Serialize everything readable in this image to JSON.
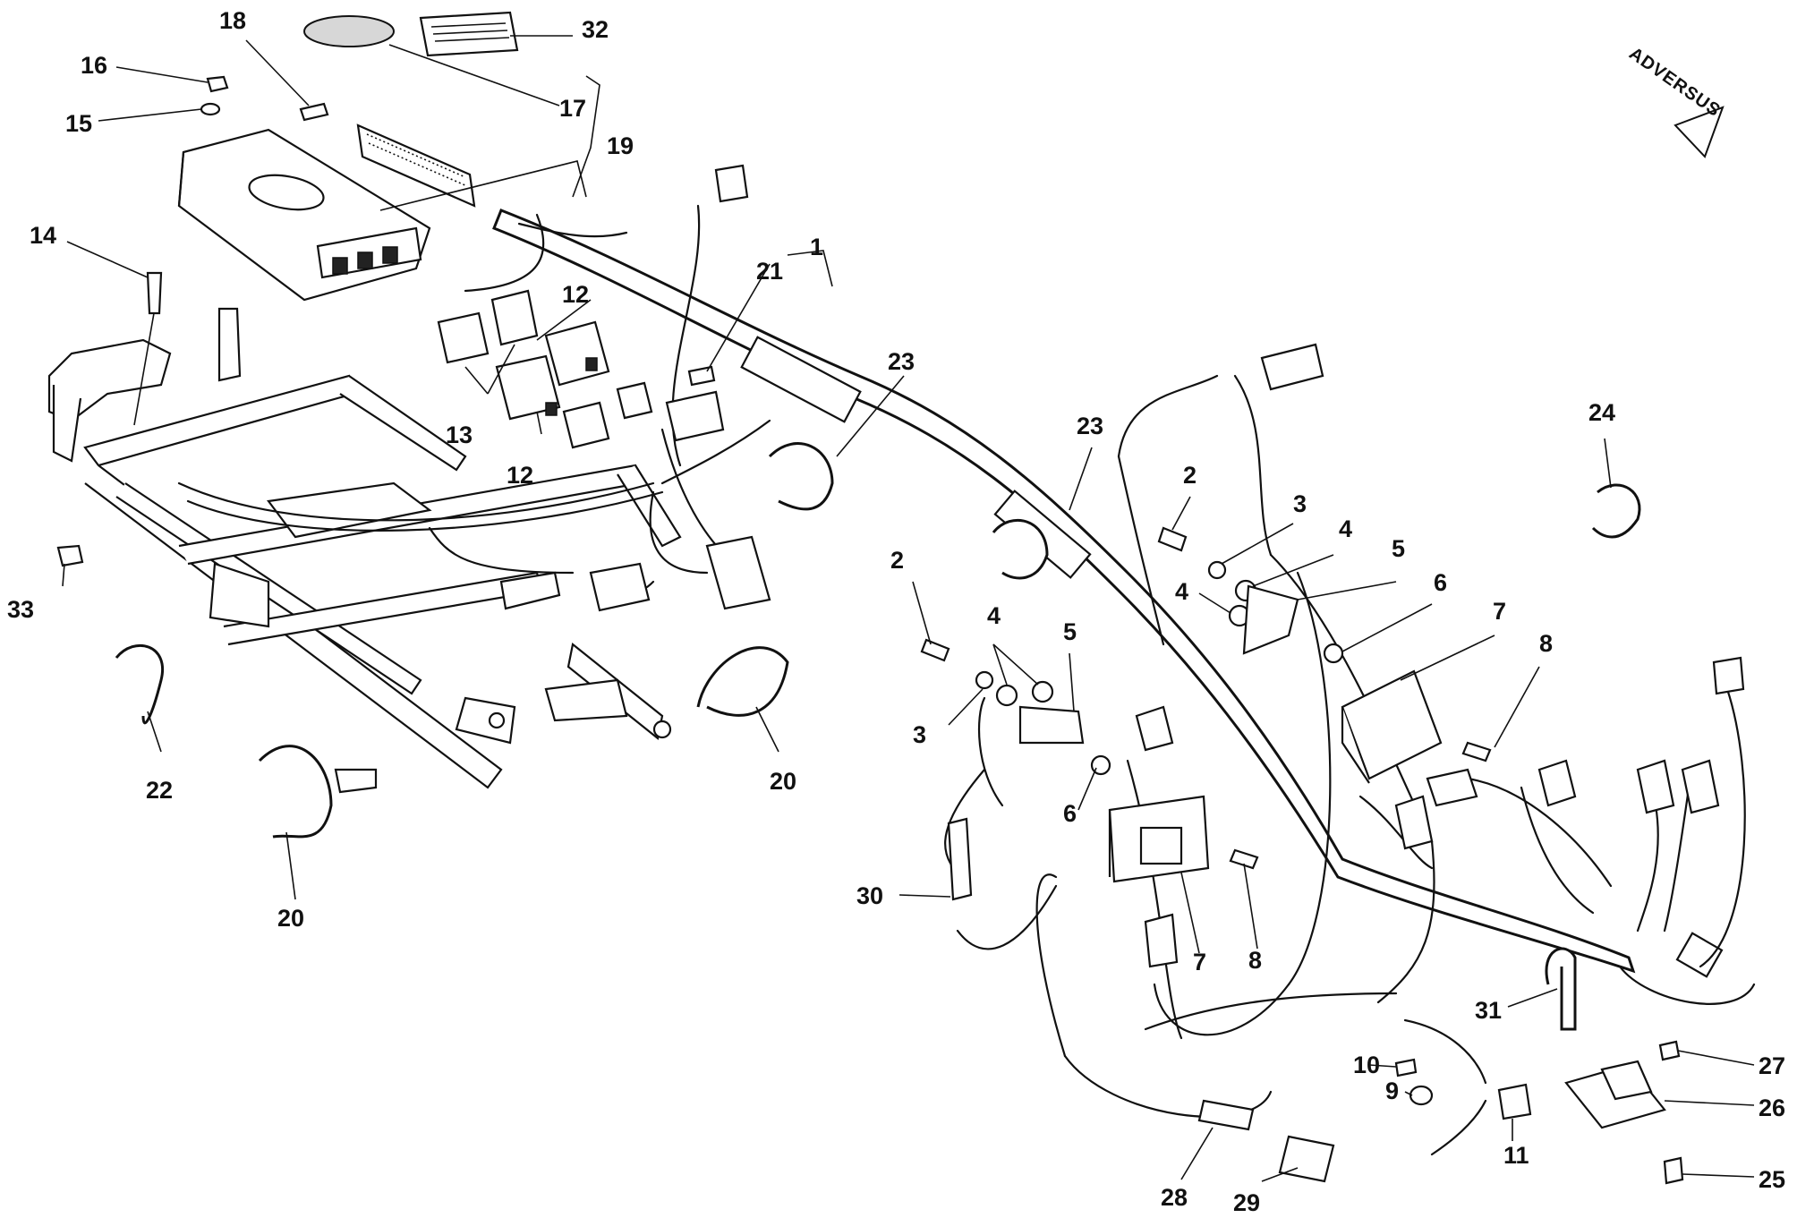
{
  "direction_label": "ADVERSUS",
  "callouts": [
    {
      "id": "c1",
      "text": "1"
    },
    {
      "id": "c2a",
      "text": "2"
    },
    {
      "id": "c2b",
      "text": "2"
    },
    {
      "id": "c3a",
      "text": "3"
    },
    {
      "id": "c3b",
      "text": "3"
    },
    {
      "id": "c4a",
      "text": "4"
    },
    {
      "id": "c4b",
      "text": "4"
    },
    {
      "id": "c4c",
      "text": "4"
    },
    {
      "id": "c5a",
      "text": "5"
    },
    {
      "id": "c5b",
      "text": "5"
    },
    {
      "id": "c6a",
      "text": "6"
    },
    {
      "id": "c6b",
      "text": "6"
    },
    {
      "id": "c7a",
      "text": "7"
    },
    {
      "id": "c7b",
      "text": "7"
    },
    {
      "id": "c8a",
      "text": "8"
    },
    {
      "id": "c8b",
      "text": "8"
    },
    {
      "id": "c9",
      "text": "9"
    },
    {
      "id": "c10",
      "text": "10"
    },
    {
      "id": "c11",
      "text": "11"
    },
    {
      "id": "c12a",
      "text": "12"
    },
    {
      "id": "c12b",
      "text": "12"
    },
    {
      "id": "c13",
      "text": "13"
    },
    {
      "id": "c14",
      "text": "14"
    },
    {
      "id": "c15",
      "text": "15"
    },
    {
      "id": "c16",
      "text": "16"
    },
    {
      "id": "c17",
      "text": "17"
    },
    {
      "id": "c18",
      "text": "18"
    },
    {
      "id": "c19",
      "text": "19"
    },
    {
      "id": "c20a",
      "text": "20"
    },
    {
      "id": "c20b",
      "text": "20"
    },
    {
      "id": "c21",
      "text": "21"
    },
    {
      "id": "c22",
      "text": "22"
    },
    {
      "id": "c23a",
      "text": "23"
    },
    {
      "id": "c23b",
      "text": "23"
    },
    {
      "id": "c24",
      "text": "24"
    },
    {
      "id": "c25",
      "text": "25"
    },
    {
      "id": "c26",
      "text": "26"
    },
    {
      "id": "c27",
      "text": "27"
    },
    {
      "id": "c28",
      "text": "28"
    },
    {
      "id": "c29",
      "text": "29"
    },
    {
      "id": "c30",
      "text": "30"
    },
    {
      "id": "c31",
      "text": "31"
    },
    {
      "id": "c32",
      "text": "32"
    },
    {
      "id": "c33",
      "text": "33"
    }
  ]
}
